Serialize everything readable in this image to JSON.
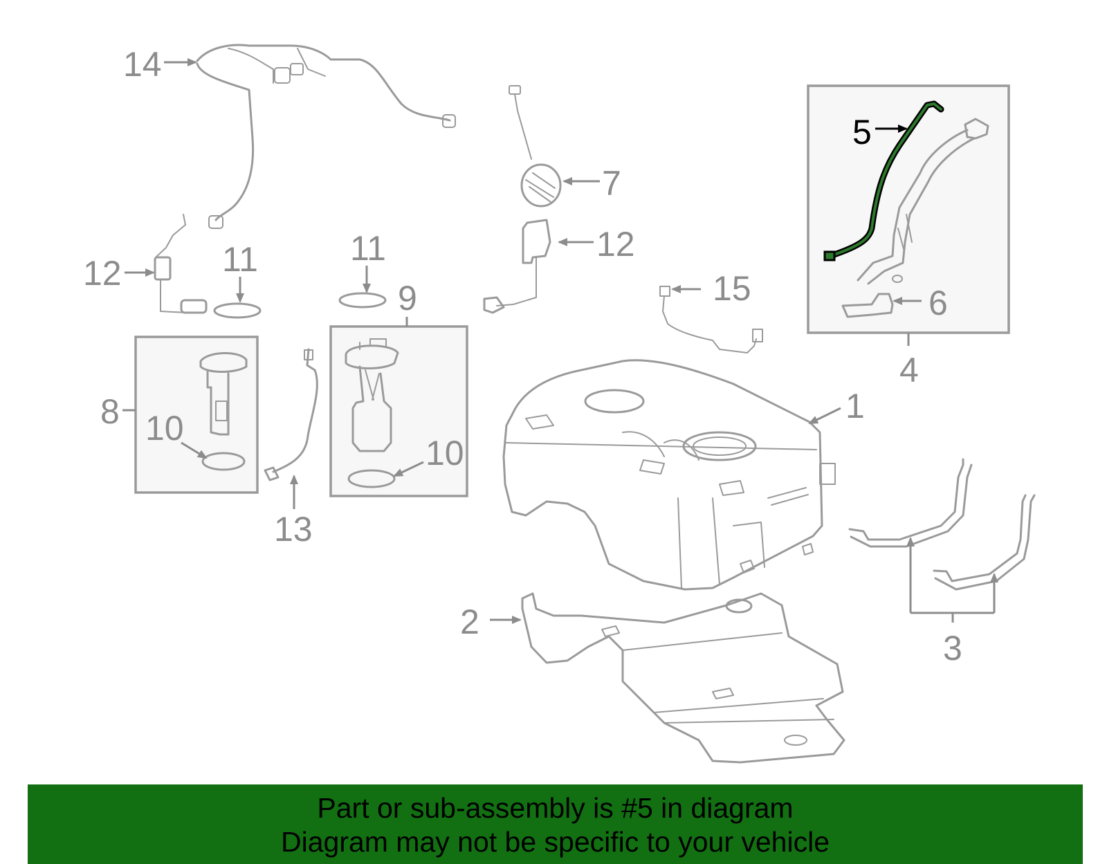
{
  "callouts": {
    "c1": "1",
    "c2": "2",
    "c3": "3",
    "c4": "4",
    "c5": "5",
    "c6": "6",
    "c7": "7",
    "c8": "8",
    "c9": "9",
    "c10a": "10",
    "c10b": "10",
    "c11a": "11",
    "c11b": "11",
    "c12a": "12",
    "c12b": "12",
    "c13": "13",
    "c14": "14",
    "c15": "15"
  },
  "highlight_color": "#2d7a2d",
  "banner": {
    "background": "#127012",
    "line1": "Part or sub-assembly is #5 in diagram",
    "line2": "Diagram may not be specific to your vehicle"
  }
}
